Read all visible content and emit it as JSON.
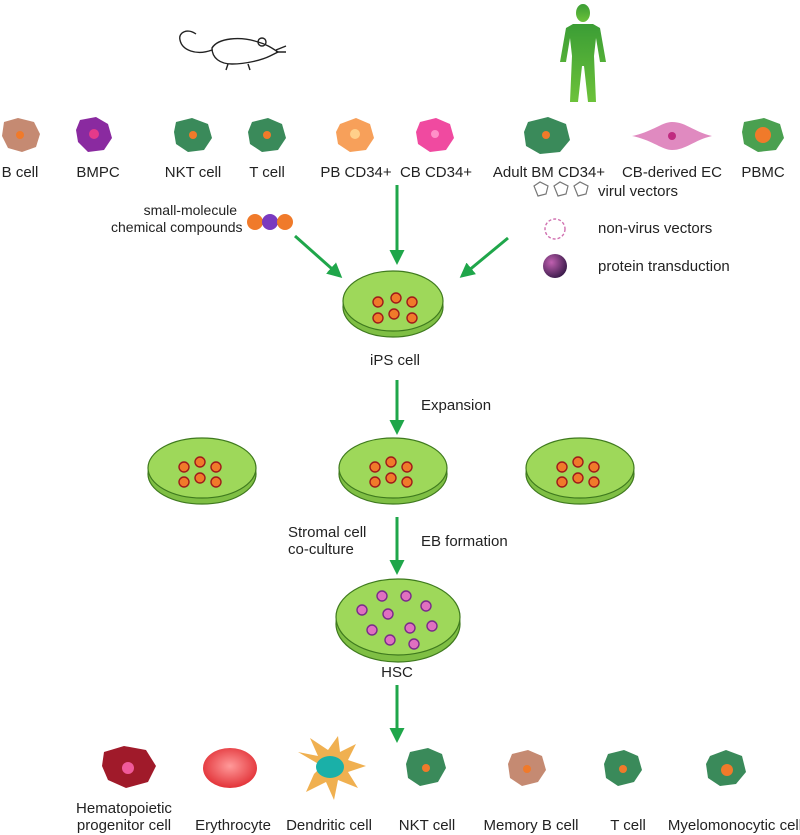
{
  "source_cells": [
    "B cell",
    "BMPC",
    "NKT cell",
    "T cell",
    "PB CD34+",
    "CB CD34+",
    "Adult BM CD34+",
    "CB-derived EC",
    "PBMC"
  ],
  "methods": {
    "small_molecule": "small-molecule\nchemical compounds",
    "viral_vectors": "virul vectors",
    "non_virus_vectors": "non-virus vectors",
    "protein_transduction": "protein transduction"
  },
  "stages": {
    "ips": "iPS cell",
    "expansion": "Expansion",
    "stromal": "Stromal cell\nco-culture",
    "eb": "EB formation",
    "hsc": "HSC"
  },
  "derived_cells": [
    "Hematopoietic\nprogenitor cell",
    "Erythrocyte",
    "Dendritic cell",
    "NKT cell",
    "Memory B cell",
    "T cell",
    "Myelomonocytic cell"
  ],
  "icons": {
    "mouse": "mouse-icon",
    "human": "human-figure-icon"
  },
  "colors": {
    "arrow": "#1fa64a",
    "dish_fill": "#9ed85a",
    "dish_stroke": "#3f7a1e"
  }
}
